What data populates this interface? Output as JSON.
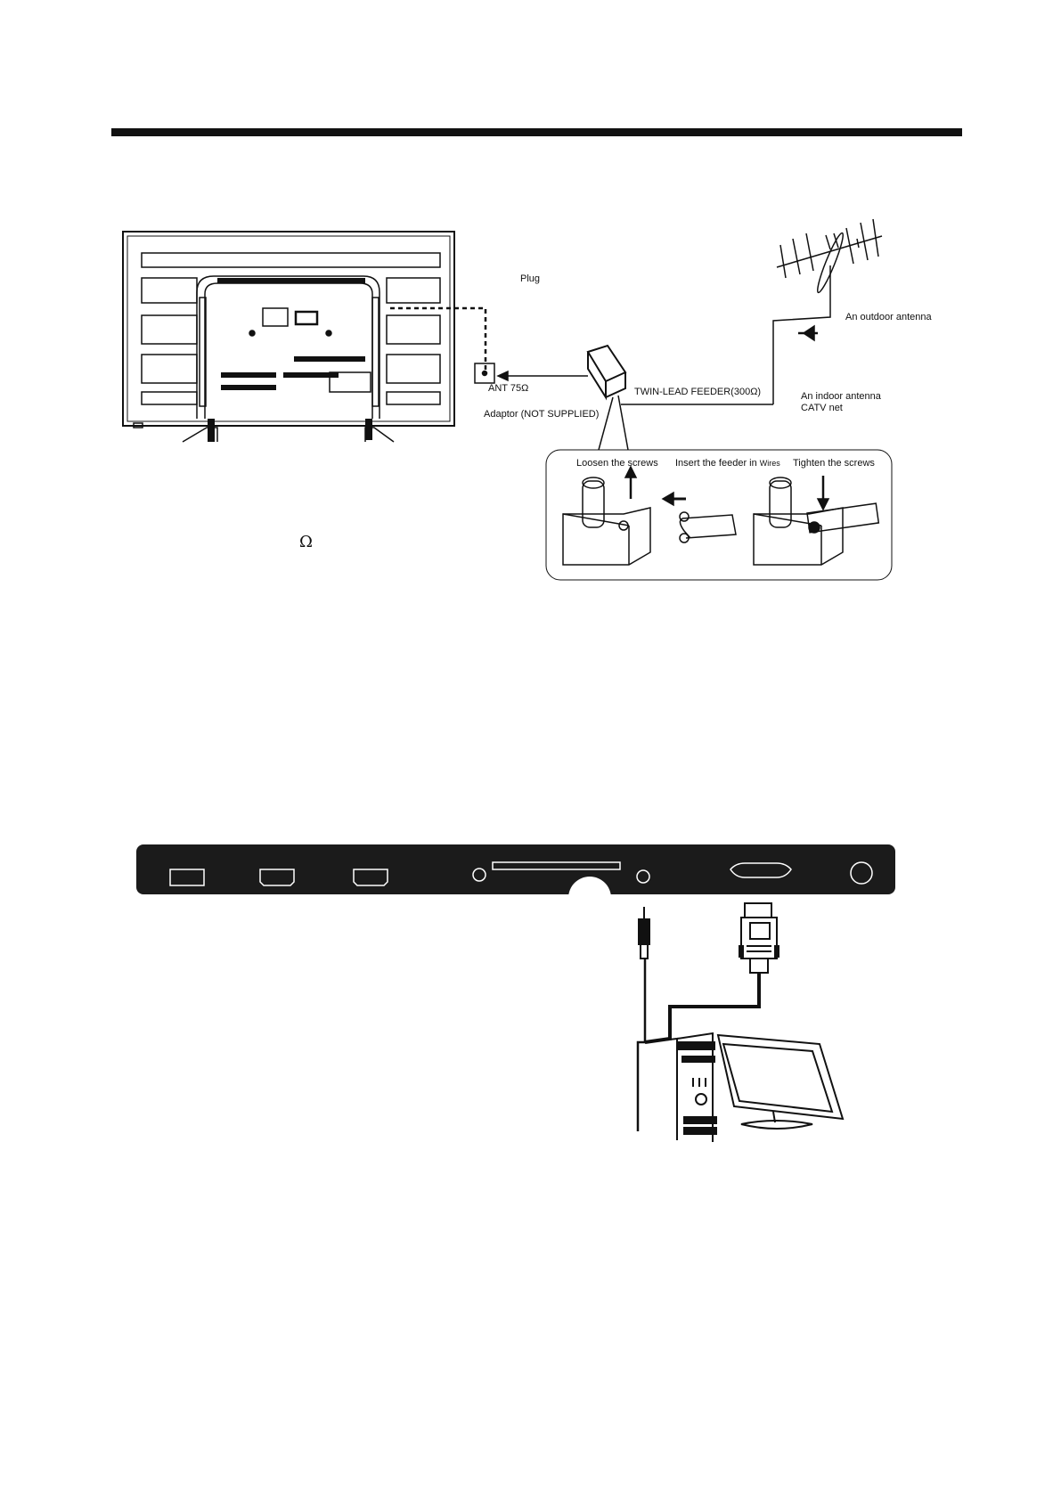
{
  "antenna": {
    "plug": "Plug",
    "outdoor": "An outdoor antenna",
    "ant_port": "ANT 75Ω",
    "feeder": "TWIN-LEAD FEEDER(300Ω)",
    "indoor_line1": "An indoor antenna",
    "indoor_line2": "CATV net",
    "adaptor": "Adaptor  (NOT SUPPLIED)",
    "loosen": "Loosen the screws",
    "insert_prefix": "Insert the feeder in",
    "insert_suffix": "Wires",
    "tighten": "Tighten the screws"
  },
  "stray_symbol": "Ω"
}
